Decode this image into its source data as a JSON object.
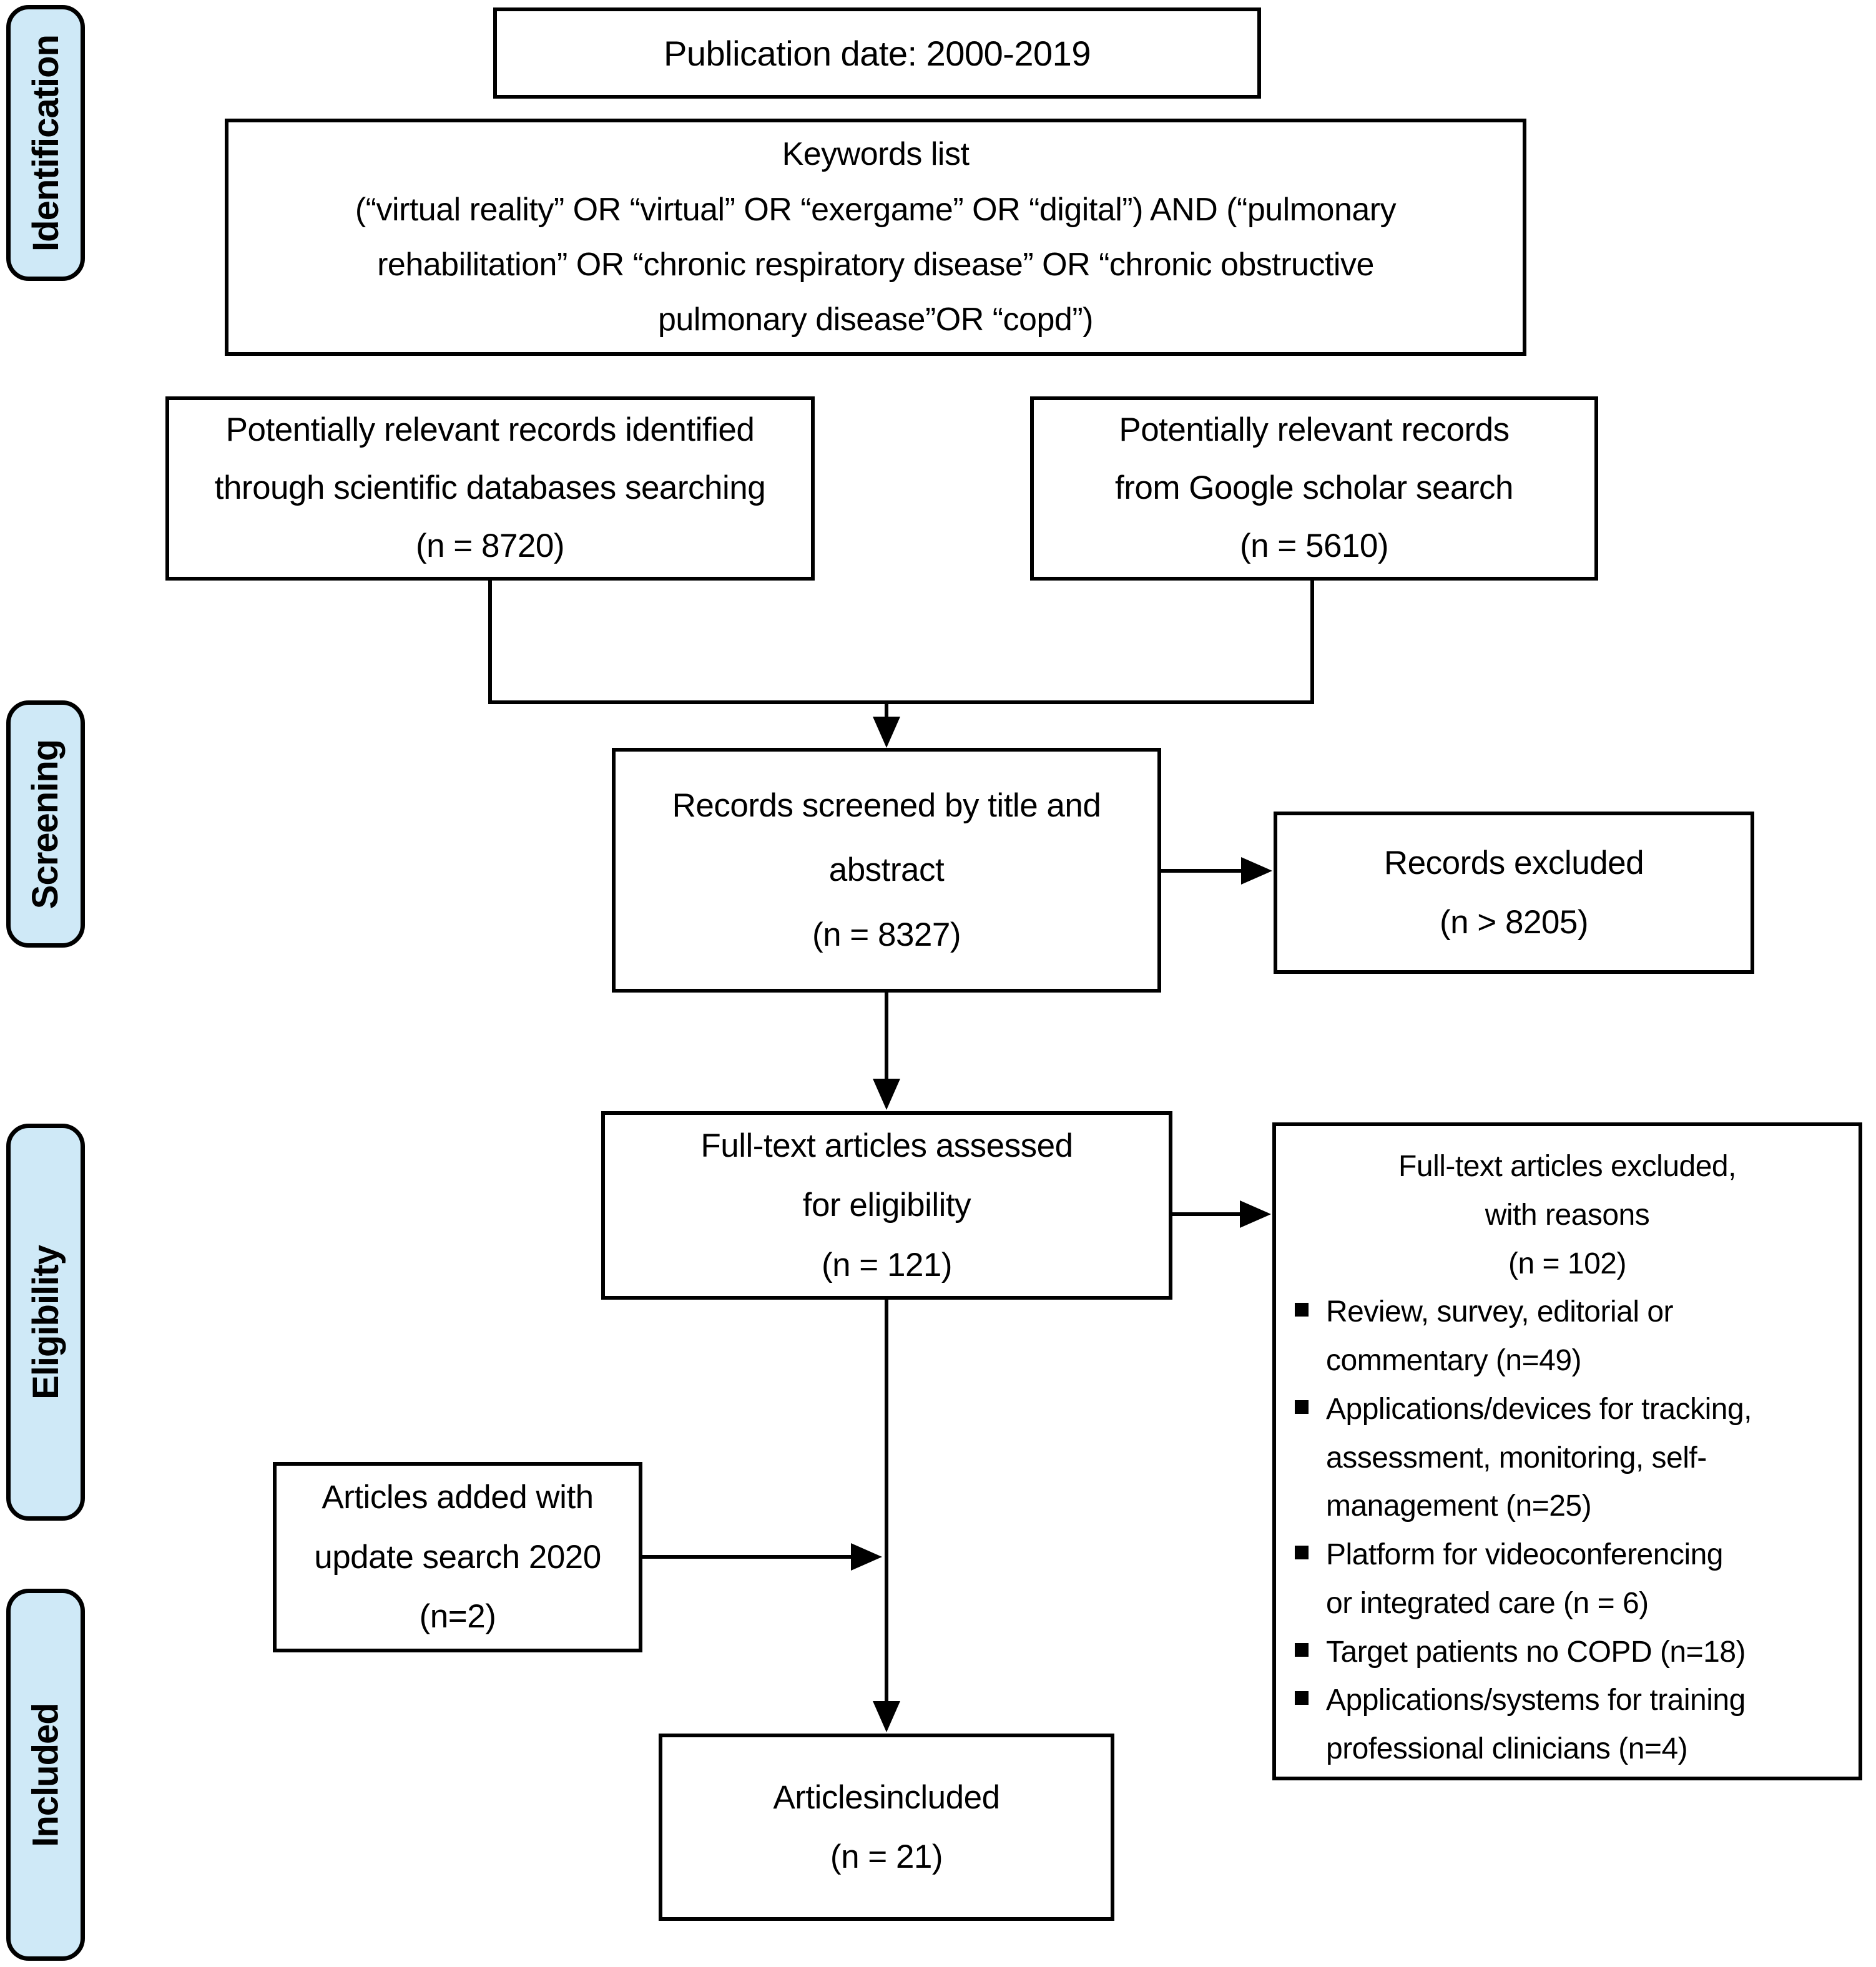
{
  "figure": {
    "stages": [
      {
        "label": "Identification"
      },
      {
        "label": "Screening"
      },
      {
        "label": "Eligibility"
      },
      {
        "label": "Included"
      }
    ],
    "boxes": {
      "publication_date": "Publication date: 2000-2019",
      "keywords": "Keywords list\n(“virtual reality” OR “virtual” OR “exergame” OR “digital”) AND (“pulmonary\nrehabilitation” OR “chronic respiratory disease” OR “chronic obstructive\npulmonary disease”OR “copd”)",
      "db_records": "Potentially relevant records identified\nthrough scientific databases searching\n(n = 8720)",
      "google_records": "Potentially relevant records\nfrom Google scholar search\n(n = 5610)",
      "screened": "Records screened by title and\nabstract\n(n = 8327)",
      "records_excluded": "Records excluded\n(n > 8205)",
      "fulltext_assessed": "Full-text articles assessed\nfor eligibility\n(n = 121)",
      "fulltext_excluded_header": "Full-text articles excluded,\nwith reasons\n(n = 102)",
      "exclusion_reasons": [
        "Review, survey, editorial or\ncommentary (n=49)",
        "Applications/devices for tracking,\nassessment, monitoring, self-\nmanagement (n=25)",
        "Platform for videoconferencing\nor integrated care (n = 6)",
        "Target patients no COPD (n=18)",
        "Applications/systems for training\nprofessional clinicians (n=4)"
      ],
      "update_search": "Articles added with\nupdate search 2020\n(n=2)",
      "included": "Articlesincluded\n(n = 21)"
    },
    "colors": {
      "stage_fill": "#cfe9f7",
      "line": "#000000",
      "box_bg": "#ffffff"
    }
  }
}
